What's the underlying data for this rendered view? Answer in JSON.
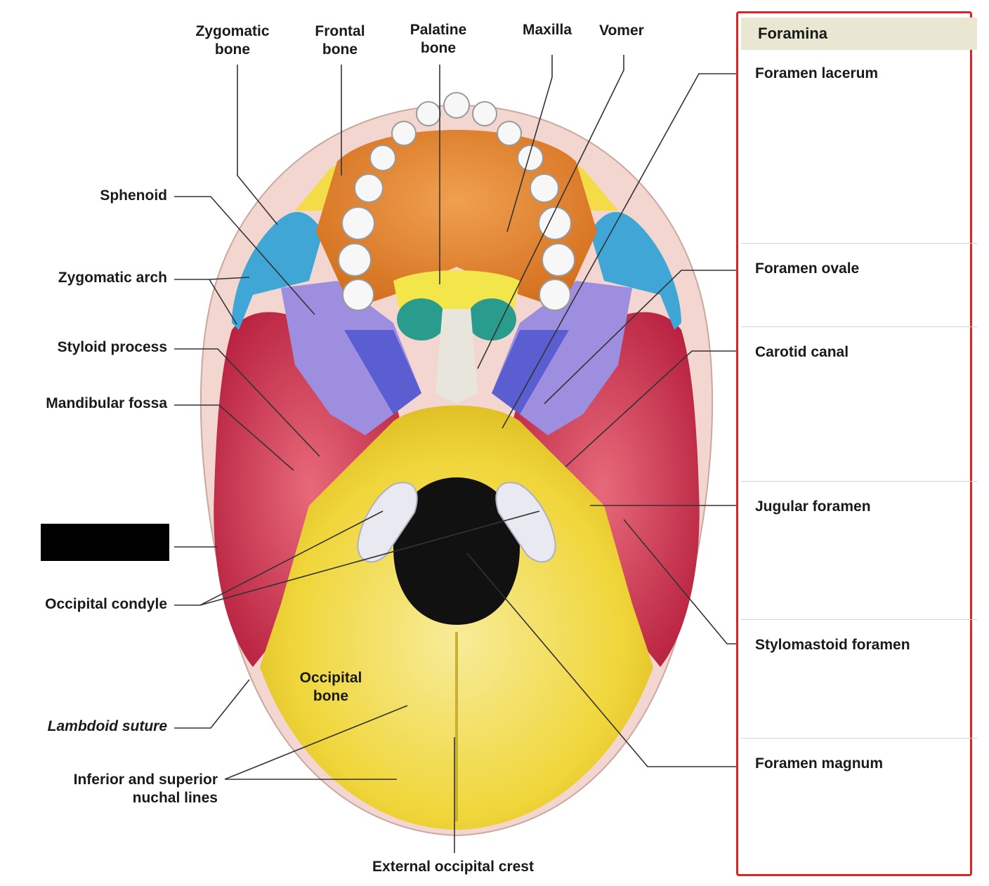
{
  "top_labels": {
    "zygomatic_bone": [
      "Zygomatic",
      "bone"
    ],
    "frontal_bone": [
      "Frontal",
      "bone"
    ],
    "palatine_bone": [
      "Palatine",
      "bone"
    ],
    "maxilla": "Maxilla",
    "vomer": "Vomer"
  },
  "left_labels": {
    "sphenoid": "Sphenoid",
    "zygomatic_arch": "Zygomatic arch",
    "styloid_process": "Styloid process",
    "mandibular_fossa": "Mandibular fossa",
    "occipital_condyle": "Occipital condyle",
    "lambdoid_suture": "Lambdoid suture",
    "nuchal_lines": [
      "Inferior and superior",
      "nuchal lines"
    ]
  },
  "inner_labels": {
    "occipital_bone": [
      "Occipital",
      "bone"
    ]
  },
  "bottom_labels": {
    "external_occipital_crest": "External occipital crest"
  },
  "foramina_panel": {
    "title": "Foramina",
    "items": [
      "Foramen lacerum",
      "Foramen ovale",
      "Carotid canal",
      "Jugular foramen",
      "Stylomastoid foramen",
      "Foramen magnum"
    ]
  },
  "colors": {
    "panel_border": "#e02222",
    "panel_header_bg": "#e9e7d2",
    "occipital": "#f2d93a",
    "temporal": "#d23a55",
    "sphenoid": "#8f7fd8",
    "maxilla": "#e07a2a",
    "zygomatic": "#3fa6d6",
    "palatine": "#f2e64a",
    "vomer": "#e8e6dc",
    "nasal_conchae": "#2a9c8e"
  }
}
